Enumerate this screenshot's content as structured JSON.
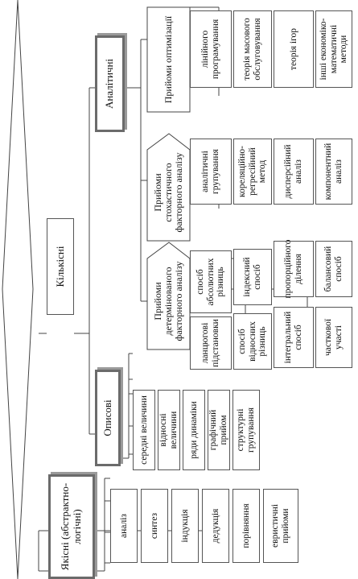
{
  "title": "ПРИЙОМИ ЕКОНОМІЧНОГО АНАЛІЗУ",
  "qualitative": {
    "label": "Якісні (абстрактно-логічні)",
    "items": [
      "аналіз",
      "синтез",
      "індукція",
      "дедукція",
      "порівняння",
      "евристичні прийоми"
    ]
  },
  "quantitative": {
    "label": "Кількісні",
    "descriptive": {
      "label": "Описові",
      "items": [
        "середні величини",
        "відносні величини",
        "ряди динаміки",
        "графічний прийом",
        "структурні групування"
      ]
    },
    "analytical": {
      "label": "Аналітичні",
      "groups": [
        {
          "label": "Прийоми детермінованого факторного аналізу",
          "items_upper": [
            "спосіб абсолютних різниць",
            "індексний спосіб",
            "пропорційного ділення",
            "балансовий спосіб"
          ],
          "items_lower": [
            "ланцюгові підстановки",
            "спосіб відносних різниць",
            "інтегральний спосіб",
            "часткової участі"
          ]
        },
        {
          "label": "Прийоми стохастичного факторного аналізу",
          "items": [
            "аналітичні групування",
            "кореляційно-регресійний метод",
            "дисперсійний аналіз",
            "компонентний аналіз"
          ]
        },
        {
          "label": "Прийоми оптимізації",
          "items": [
            "лінійного програмування",
            "теорія масового обслуговування",
            "теорія ігор",
            "інші економіко-математичні методи"
          ]
        }
      ]
    }
  }
}
